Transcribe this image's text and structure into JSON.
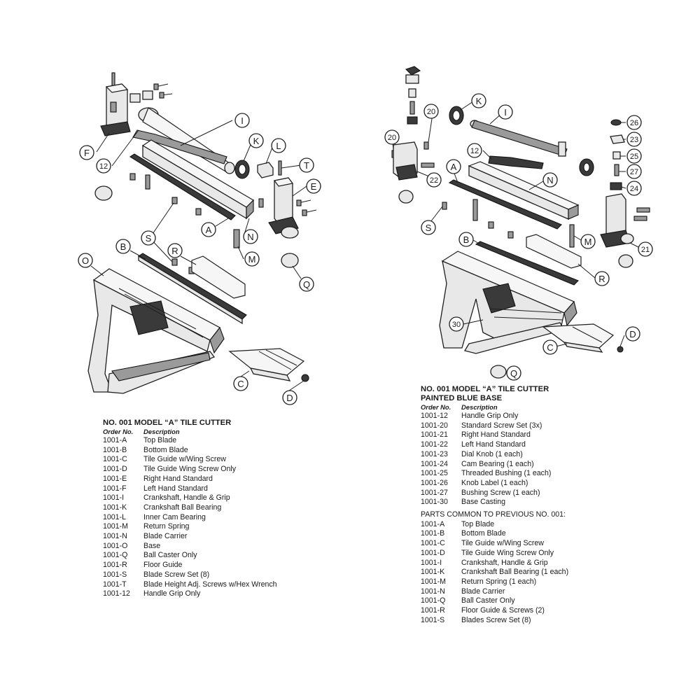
{
  "left_diagram": {
    "callouts": [
      "I",
      "F",
      "12",
      "K",
      "L",
      "T",
      "E",
      "A",
      "N",
      "S",
      "M",
      "B",
      "R",
      "O",
      "Q",
      "C",
      "D"
    ]
  },
  "right_diagram": {
    "callouts": [
      "K",
      "I",
      "20",
      "20",
      "26",
      "23",
      "25",
      "27",
      "24",
      "12",
      "A",
      "N",
      "22",
      "S",
      "M",
      "21",
      "B",
      "R",
      "30",
      "D",
      "C",
      "Q"
    ]
  },
  "left_list": {
    "title": "NO. 001 MODEL “A” TILE CUTTER",
    "col_order": "Order No.",
    "col_desc": "Description",
    "rows": [
      {
        "no": "1001-A",
        "desc": "Top Blade"
      },
      {
        "no": "1001-B",
        "desc": "Bottom Blade"
      },
      {
        "no": "1001-C",
        "desc": "Tile Guide w/Wing Screw"
      },
      {
        "no": "1001-D",
        "desc": "Tile Guide Wing Screw Only"
      },
      {
        "no": "1001-E",
        "desc": "Right Hand Standard"
      },
      {
        "no": "1001-F",
        "desc": "Left Hand Standard"
      },
      {
        "no": "1001-I",
        "desc": "Crankshaft, Handle & Grip"
      },
      {
        "no": "1001-K",
        "desc": "Crankshaft Ball Bearing"
      },
      {
        "no": "1001-L",
        "desc": "Inner Cam Bearing"
      },
      {
        "no": "1001-M",
        "desc": "Return Spring"
      },
      {
        "no": "1001-N",
        "desc": "Blade Carrier"
      },
      {
        "no": "1001-O",
        "desc": "Base"
      },
      {
        "no": "1001-Q",
        "desc": "Ball Caster Only"
      },
      {
        "no": "1001-R",
        "desc": "Floor Guide"
      },
      {
        "no": "1001-S",
        "desc": "Blade Screw Set (8)"
      },
      {
        "no": "1001-T",
        "desc": "Blade Height Adj. Screws w/Hex Wrench"
      },
      {
        "no": "1001-12",
        "desc": "Handle Grip Only"
      }
    ]
  },
  "right_list": {
    "title_line1": "NO. 001 MODEL “A” TILE CUTTER",
    "title_line2": "PAINTED BLUE BASE",
    "col_order": "Order No.",
    "col_desc": "Description",
    "rows": [
      {
        "no": "1001-12",
        "desc": "Handle Grip Only"
      },
      {
        "no": "1001-20",
        "desc": "Standard Screw Set (3x)"
      },
      {
        "no": "1001-21",
        "desc": "Right Hand Standard"
      },
      {
        "no": "1001-22",
        "desc": "Left Hand Standard"
      },
      {
        "no": "1001-23",
        "desc": "Dial Knob (1 each)"
      },
      {
        "no": "1001-24",
        "desc": "Cam Bearing (1 each)"
      },
      {
        "no": "1001-25",
        "desc": "Threaded Bushing (1 each)"
      },
      {
        "no": "1001-26",
        "desc": "Knob Label (1 each)"
      },
      {
        "no": "1001-27",
        "desc": "Bushing Screw (1 each)"
      },
      {
        "no": "1001-30",
        "desc": "Base Casting"
      }
    ],
    "common_heading": "PARTS COMMON TO PREVIOUS NO. 001:",
    "common_rows": [
      {
        "no": "1001-A",
        "desc": "Top Blade"
      },
      {
        "no": "1001-B",
        "desc": "Bottom Blade"
      },
      {
        "no": "1001-C",
        "desc": "Tile Guide w/Wing Screw"
      },
      {
        "no": "1001-D",
        "desc": "Tile Guide Wing Screw Only"
      },
      {
        "no": "1001-I",
        "desc": "Crankshaft, Handle & Grip"
      },
      {
        "no": "1001-K",
        "desc": "Crankshaft Ball Bearing (1 each)"
      },
      {
        "no": "1001-M",
        "desc": "Return Spring (1 each)"
      },
      {
        "no": "1001-N",
        "desc": "Blade Carrier"
      },
      {
        "no": "1001-Q",
        "desc": "Ball Caster Only"
      },
      {
        "no": "1001-R",
        "desc": "Floor Guide & Screws (2)"
      },
      {
        "no": "1001-S",
        "desc": "Blades Screw Set (8)"
      }
    ]
  }
}
